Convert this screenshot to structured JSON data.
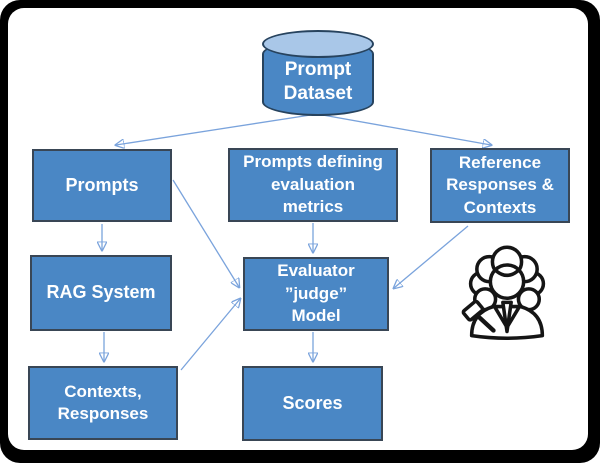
{
  "diagram": {
    "nodes": {
      "prompt_dataset": {
        "label": "Prompt\nDataset",
        "shape": "cylinder"
      },
      "prompts": {
        "label": "Prompts",
        "shape": "rect"
      },
      "metrics": {
        "label": "Prompts defining\nevaluation\nmetrics",
        "shape": "rect"
      },
      "reference": {
        "label": "Reference\nResponses &\nContexts",
        "shape": "rect"
      },
      "rag_system": {
        "label": "RAG System",
        "shape": "rect"
      },
      "evaluator": {
        "label": "Evaluator\n”judge”\nModel",
        "shape": "rect"
      },
      "contexts_responses": {
        "label": "Contexts,\nResponses",
        "shape": "rect"
      },
      "scores": {
        "label": "Scores",
        "shape": "rect"
      }
    },
    "edges": [
      {
        "from": "prompt_dataset",
        "to": "prompts"
      },
      {
        "from": "prompt_dataset",
        "to": "reference"
      },
      {
        "from": "prompts",
        "to": "rag_system"
      },
      {
        "from": "prompts",
        "to": "evaluator"
      },
      {
        "from": "metrics",
        "to": "evaluator"
      },
      {
        "from": "reference",
        "to": "evaluator"
      },
      {
        "from": "rag_system",
        "to": "contexts_responses"
      },
      {
        "from": "contexts_responses",
        "to": "evaluator"
      },
      {
        "from": "evaluator",
        "to": "scores"
      }
    ],
    "icons": {
      "judge": {
        "name": "judge-person-with-gavel-icon",
        "meaning": "judge person holding a gavel"
      }
    },
    "colors": {
      "node_fill": "#4a87c5",
      "node_border": "#394655",
      "cylinder_top_fill": "#a9c7e8",
      "cylinder_border": "#27435e",
      "connector": "#7aa3dc",
      "arrowhead": "#4f81bd",
      "node_text": "#ffffff",
      "frame": "#000000",
      "page": "#ffffff"
    }
  }
}
